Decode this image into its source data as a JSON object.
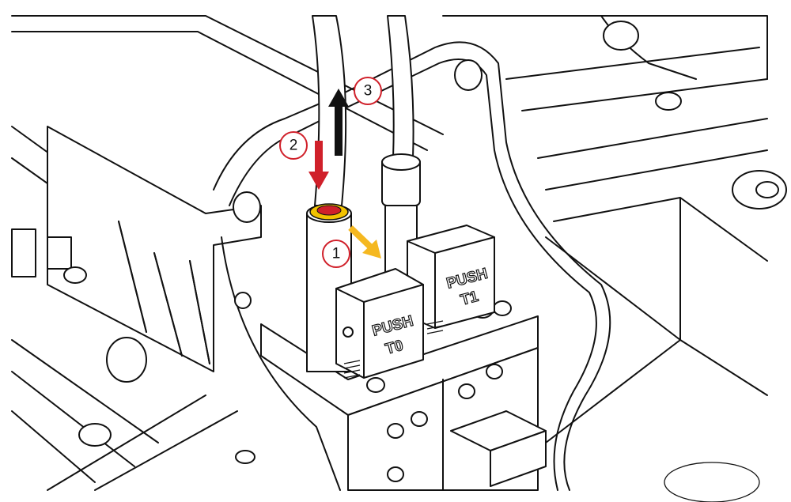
{
  "callouts": [
    {
      "number": "1",
      "color": "#d0202a"
    },
    {
      "number": "2",
      "color": "#d0202a"
    },
    {
      "number": "3",
      "color": "#d0202a"
    }
  ],
  "buttons": [
    {
      "line1": "PUSH",
      "line2": "T0"
    },
    {
      "line1": "PUSH",
      "line2": "T1"
    }
  ],
  "arrows": {
    "step1_color": "#f5b820",
    "step2_color": "#d0202a",
    "step3_color": "#111111"
  },
  "collet_colors": {
    "ring": "#f2c200",
    "inner": "#d0202a"
  }
}
